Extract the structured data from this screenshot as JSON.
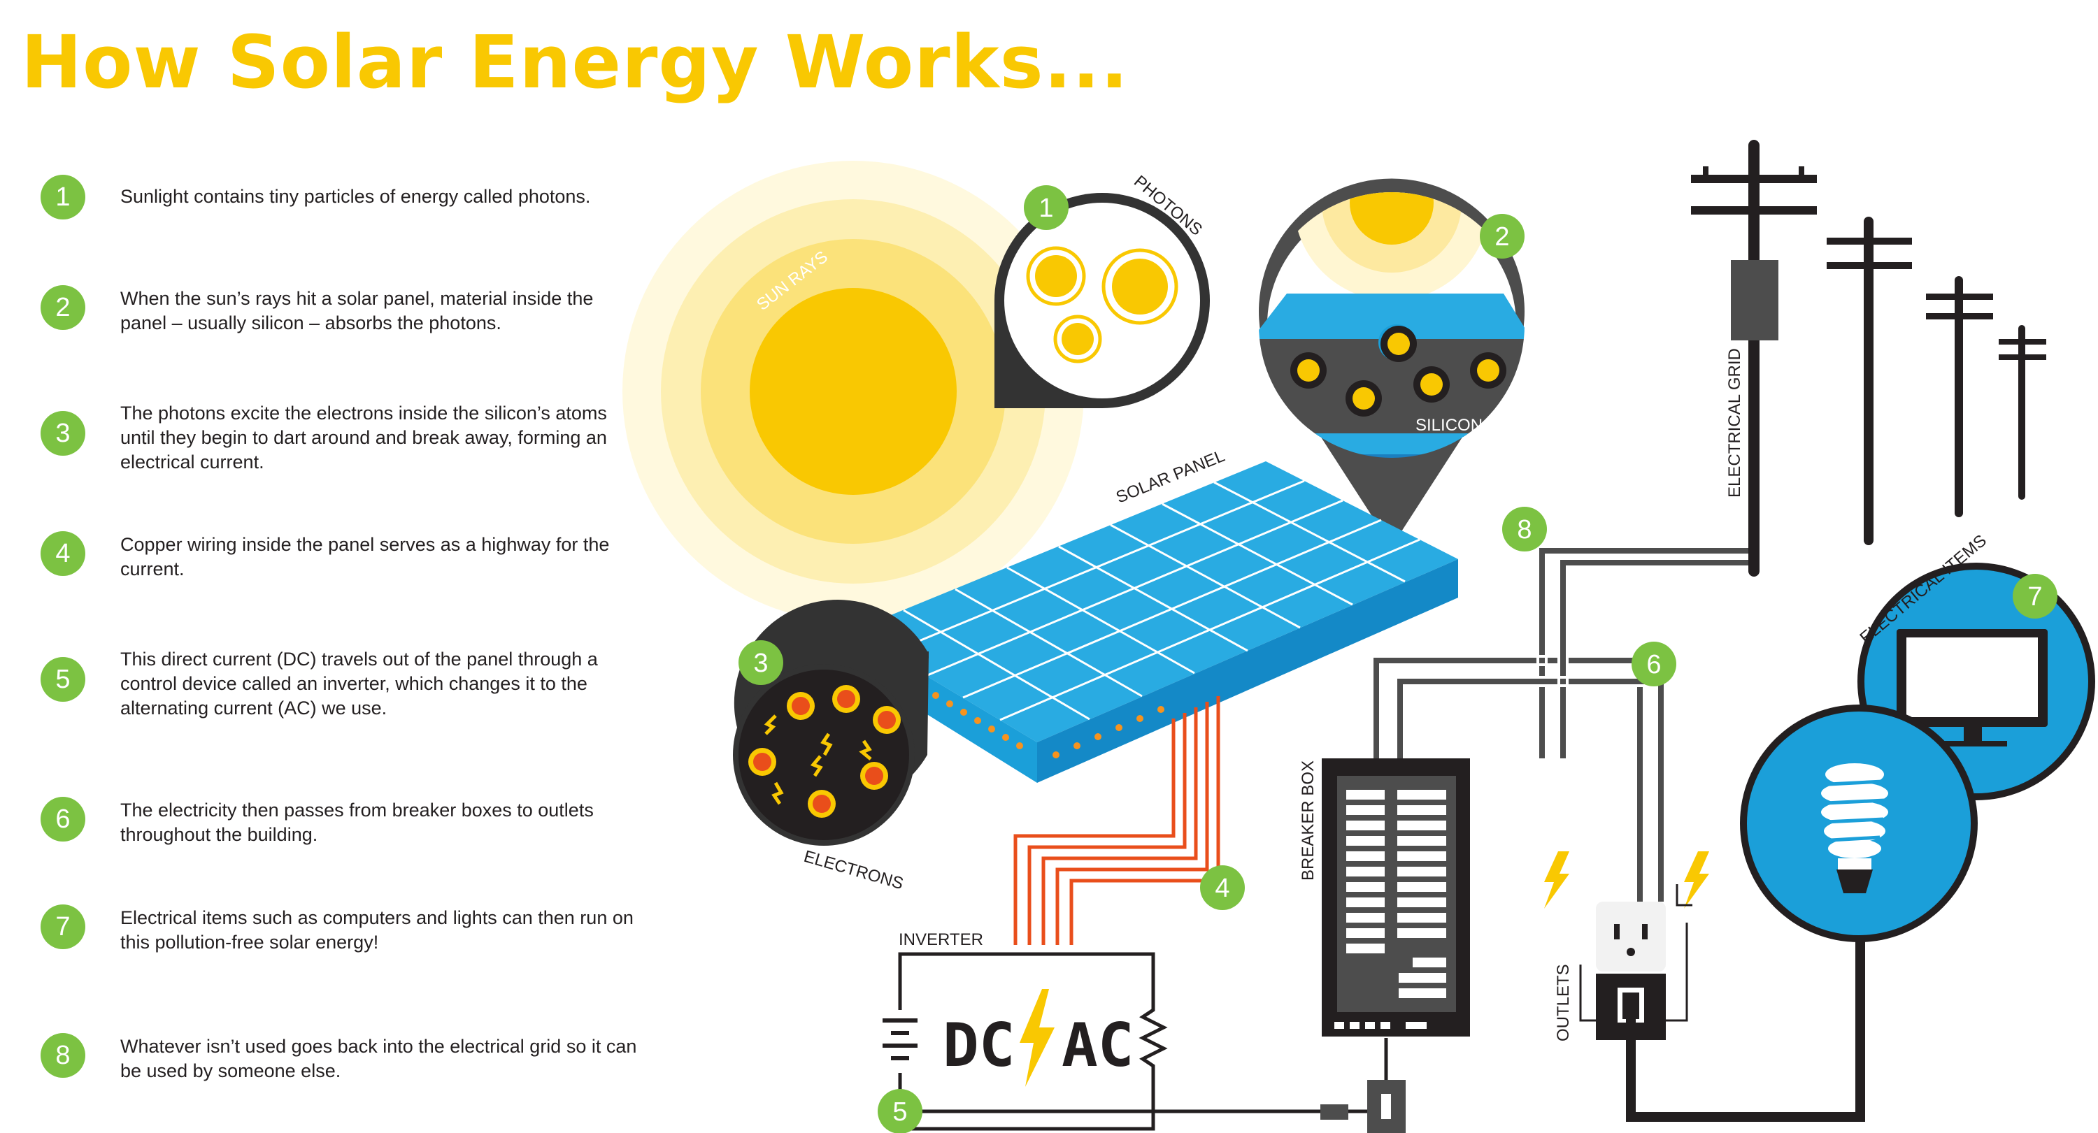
{
  "title": "How Solar Energy Works...",
  "steps": [
    {
      "num": "1",
      "text": "Sunlight contains tiny particles of energy called photons."
    },
    {
      "num": "2",
      "text": "When the sun’s rays hit a solar panel, material inside the panel – usually silicon – absorbs the photons."
    },
    {
      "num": "3",
      "text": "The photons excite the electrons inside the silicon’s atoms until they begin to dart around and break away, forming an electrical current."
    },
    {
      "num": "4",
      "text": "Copper wiring inside the panel serves as a highway for the current."
    },
    {
      "num": "5",
      "text": "This direct current (DC) travels out of the panel through a control device called an inverter, which changes it to the alternating current (AC) we use."
    },
    {
      "num": "6",
      "text": "The electricity then passes from breaker boxes to outlets throughout the building."
    },
    {
      "num": "7",
      "text": "Electrical items such as computers and lights can then run on this pollution-free solar energy!"
    },
    {
      "num": "8",
      "text": "Whatever isn’t used goes back into the electrical grid so it can be used by someone else."
    }
  ],
  "diagram": {
    "labels": {
      "sun_rays": "SUN RAYS",
      "photons": "PHOTONS",
      "silicon": "SILICON",
      "solar_panel": "SOLAR PANEL",
      "electrons": "ELECTRONS",
      "inverter": "INVERTER",
      "dc": "DC",
      "ac": "AC",
      "breaker_box": "BREAKER BOX",
      "outlets": "OUTLETS",
      "electrical_grid": "ELECTRICAL GRID",
      "electrical_items": "ELECTRICAL ITEMS"
    },
    "badges": {
      "b1": "1",
      "b2": "2",
      "b3": "3",
      "b4": "4",
      "b5": "5",
      "b6": "6",
      "b7": "7",
      "b8": "8"
    },
    "colors": {
      "accent_yellow": "#f9c802",
      "step_green": "#7cc242",
      "panel_blue": "#29abe2",
      "item_blue": "#1b9fd9",
      "wire_red": "#e94e1b",
      "dark": "#231f20",
      "gray": "#4d4d4d"
    }
  }
}
